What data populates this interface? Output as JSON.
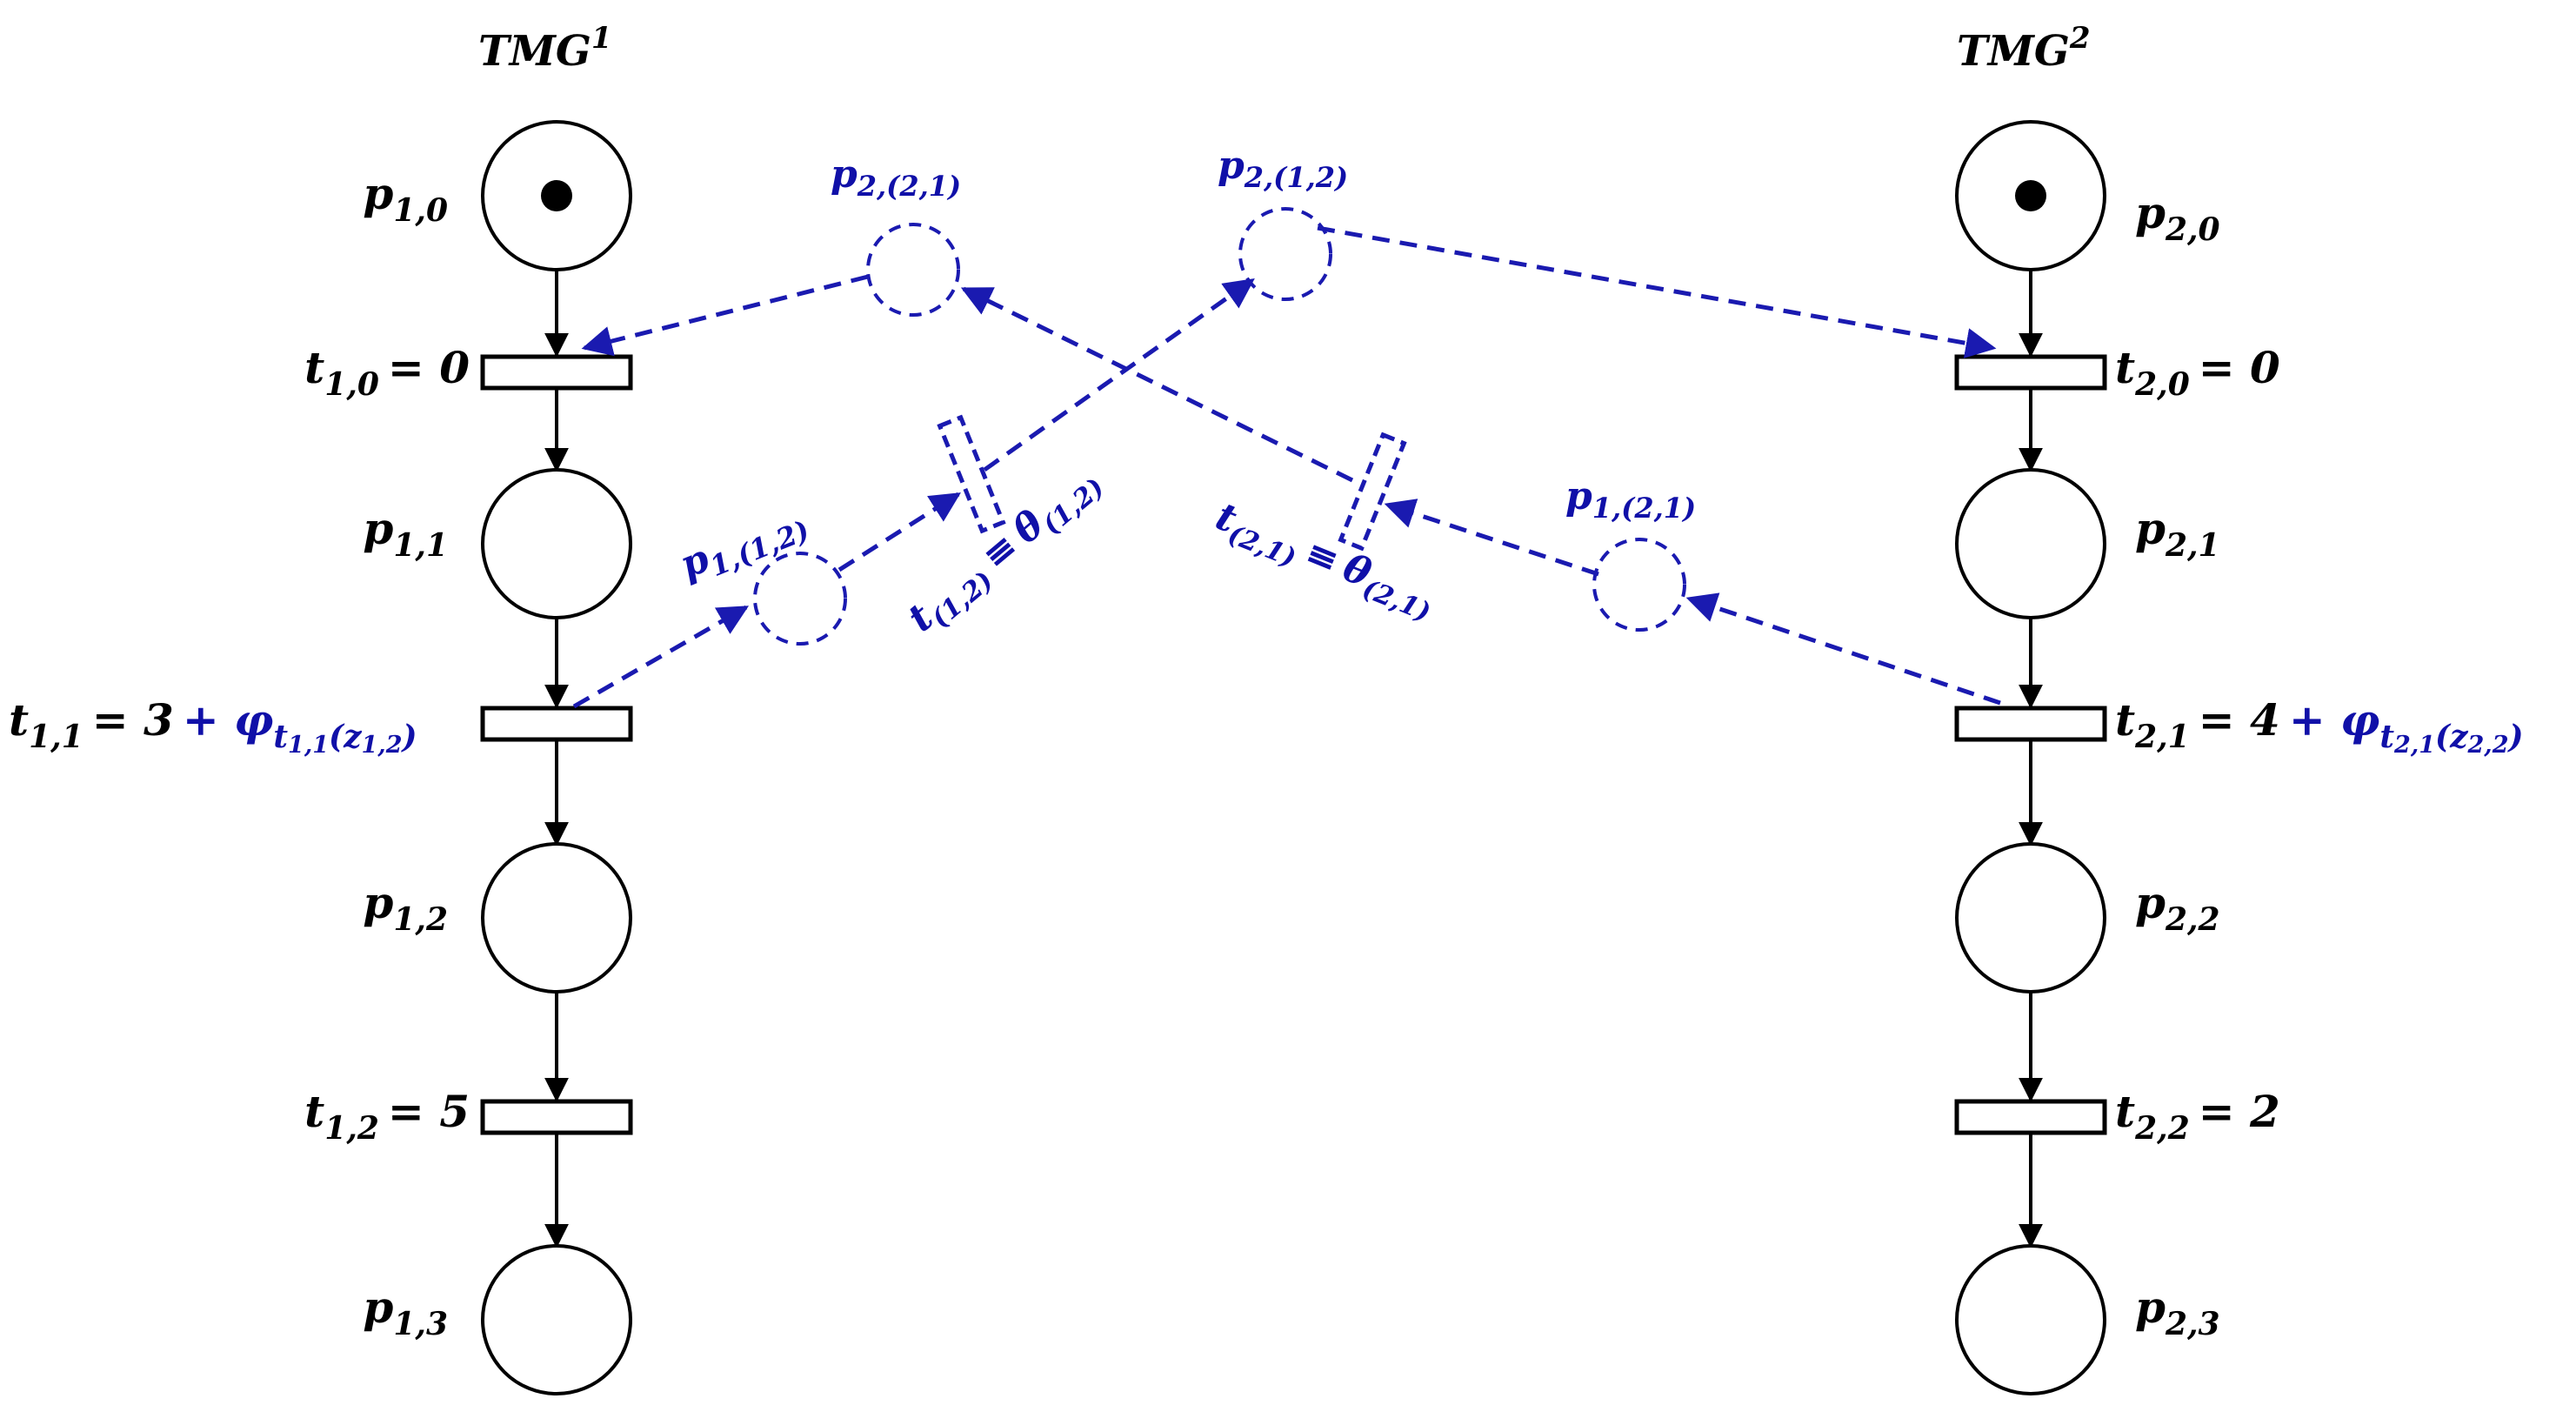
{
  "colors": {
    "main": "#000000",
    "coupling": "#1010a8"
  },
  "nets": [
    {
      "title": "TMG",
      "title_sup": "1",
      "places": [
        {
          "base": "p",
          "sub": "1,0",
          "marked": true
        },
        {
          "base": "p",
          "sub": "1,1",
          "marked": false
        },
        {
          "base": "p",
          "sub": "1,2",
          "marked": false
        },
        {
          "base": "p",
          "sub": "1,3",
          "marked": false
        }
      ],
      "transitions": [
        {
          "base": "t",
          "sub": "1,0",
          "rhs": "= 0"
        },
        {
          "base": "t",
          "sub": "1,1",
          "rhs": "= 3",
          "extra": {
            "op": "+ ",
            "base": "φ",
            "sub": "t",
            "subsub": "1,1",
            "arg": "(z",
            "argsub": "1,2",
            "close": ")"
          }
        },
        {
          "base": "t",
          "sub": "1,2",
          "rhs": "= 5"
        }
      ]
    },
    {
      "title": "TMG",
      "title_sup": "2",
      "places": [
        {
          "base": "p",
          "sub": "2,0",
          "marked": true
        },
        {
          "base": "p",
          "sub": "2,1",
          "marked": false
        },
        {
          "base": "p",
          "sub": "2,2",
          "marked": false
        },
        {
          "base": "p",
          "sub": "2,3",
          "marked": false
        }
      ],
      "transitions": [
        {
          "base": "t",
          "sub": "2,0",
          "rhs": "= 0"
        },
        {
          "base": "t",
          "sub": "2,1",
          "rhs": "= 4",
          "extra": {
            "op": "+ ",
            "base": "φ",
            "sub": "t",
            "subsub": "2,1",
            "arg": "(z",
            "argsub": "2,2",
            "close": ")"
          }
        },
        {
          "base": "t",
          "sub": "2,2",
          "rhs": "= 2"
        }
      ]
    }
  ],
  "coupling": {
    "places": [
      {
        "base": "p",
        "sub": "2,(2,1)"
      },
      {
        "base": "p",
        "sub": "2,(1,2)"
      },
      {
        "base": "p",
        "sub": "1,(1,2)"
      },
      {
        "base": "p",
        "sub": "1,(2,1)"
      }
    ],
    "transitions": [
      {
        "base": "t",
        "sub": "(1,2)",
        "rhs_sym": "≡",
        "rhs_base": "θ",
        "rhs_sub": "(1,2)"
      },
      {
        "base": "t",
        "sub": "(2,1)",
        "rhs_sym": "≡",
        "rhs_base": "θ",
        "rhs_sub": "(2,1)"
      }
    ]
  }
}
